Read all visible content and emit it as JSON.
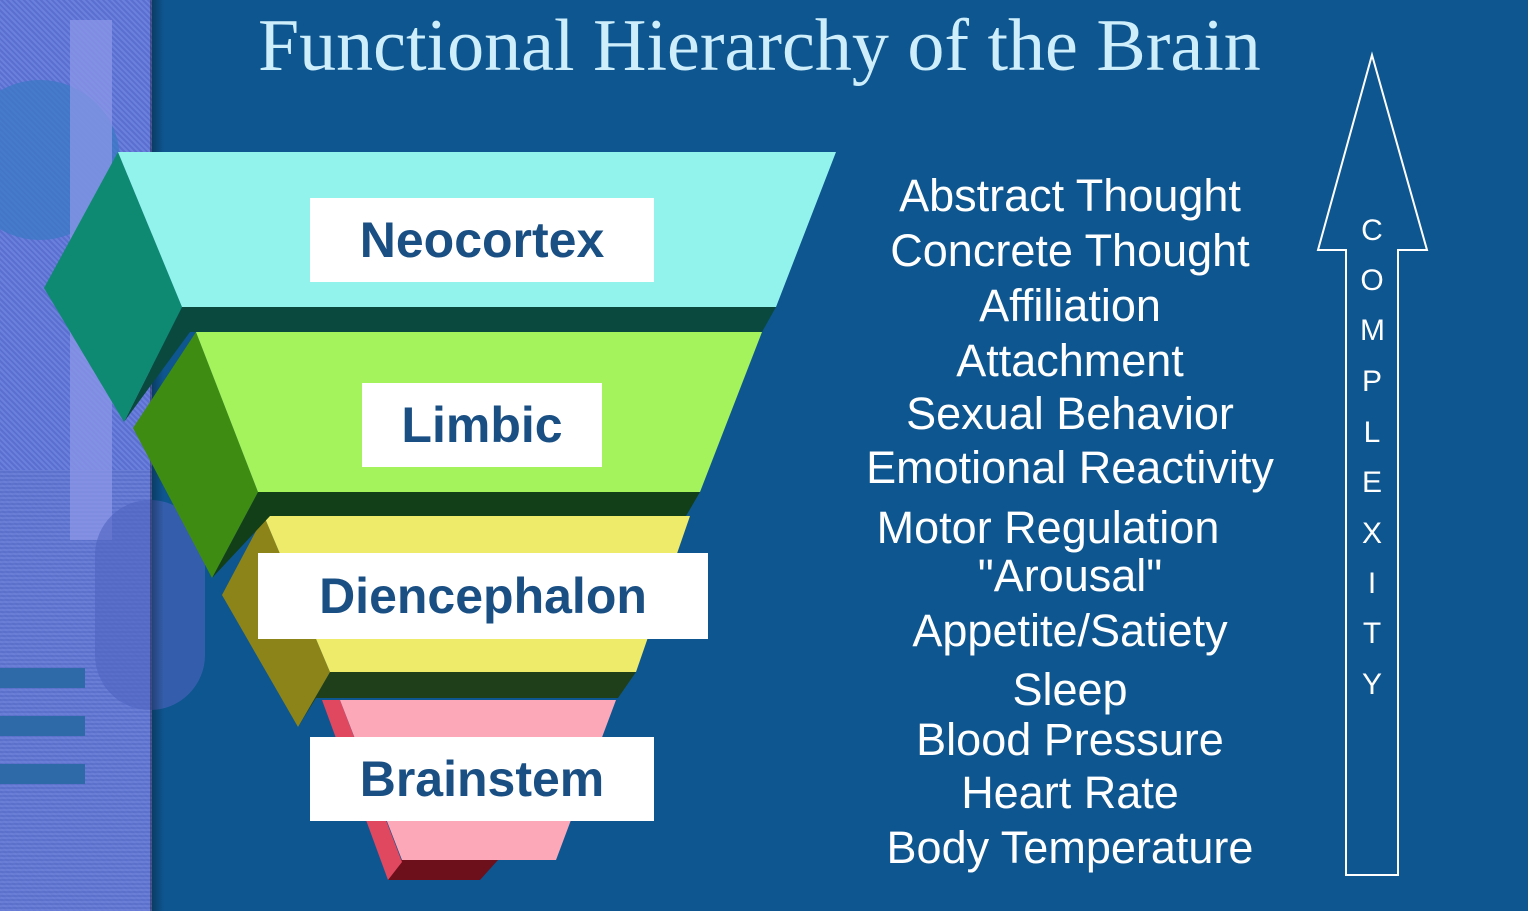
{
  "title": "Functional Hierarchy of the Brain",
  "colors": {
    "background": "#0e5690",
    "neocortex": "#92f2ec",
    "limbic": "#a4f25c",
    "diencephalon": "#eeea6a",
    "brainstem": "#fca8b8",
    "label_text": "#1a4f84"
  },
  "layers": [
    {
      "label": "Neocortex"
    },
    {
      "label": "Limbic"
    },
    {
      "label": "Diencephalon"
    },
    {
      "label": "Brainstem"
    }
  ],
  "functions": [
    "Abstract Thought",
    "Concrete Thought",
    "Affiliation",
    "Attachment",
    "Sexual  Behavior",
    "Emotional  Reactivity",
    "Motor Regulation",
    "\"Arousal\"",
    "Appetite/Satiety",
    "Sleep",
    "Blood Pressure",
    "Heart Rate",
    "Body Temperature"
  ],
  "complexity_letters": [
    "C",
    "O",
    "M",
    "P",
    "L",
    "E",
    "X",
    "I",
    "T",
    "Y"
  ]
}
